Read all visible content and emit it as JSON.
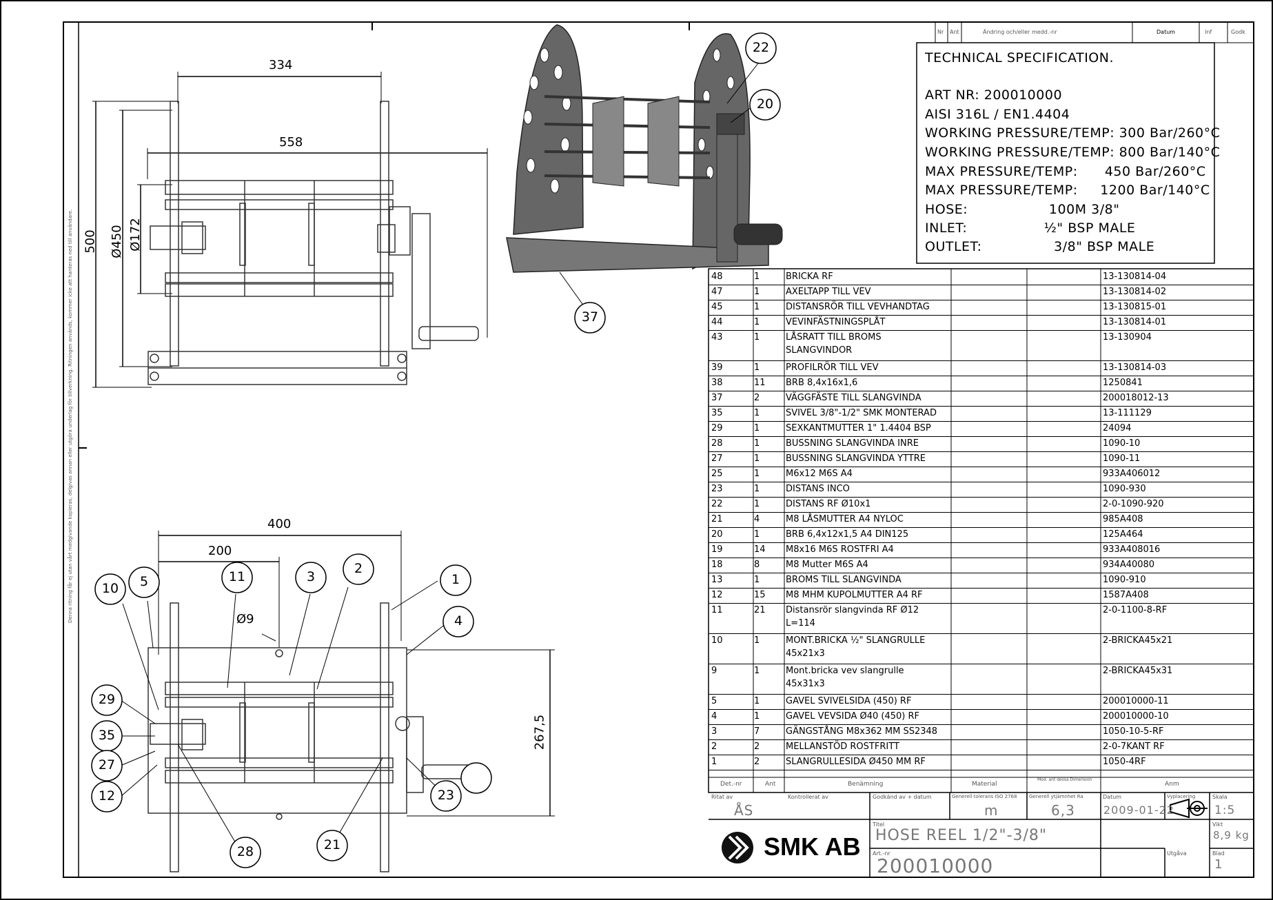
{
  "revision_header": {
    "nr": "Nr",
    "ant": "Ant",
    "change": "Ändring och/eller medd.-nr",
    "date": "Datum",
    "inf": "Inf",
    "godk": "Godk"
  },
  "spec": {
    "title": "TECHNICAL SPECIFICATION.",
    "lines": [
      "ART NR: 200010000",
      "AISI 316L / EN1.4404",
      "WORKING PRESSURE/TEMP: 300 Bar/260°C",
      "WORKING PRESSURE/TEMP: 800 Bar/140°C",
      "MAX PRESSURE/TEMP:      450 Bar/260°C",
      "MAX PRESSURE/TEMP:     1200 Bar/140°C",
      "HOSE:                  100M 3/8\"",
      "INLET:                 ½\" BSP MALE",
      "OUTLET:                3/8\" BSP MALE"
    ]
  },
  "bom": [
    {
      "pos": "48",
      "qty": "1",
      "desc": "BRICKA RF",
      "desc2": "",
      "art": "13-130814-04"
    },
    {
      "pos": "47",
      "qty": "1",
      "desc": "AXELTAPP TILL VEV",
      "desc2": "",
      "art": "13-130814-02"
    },
    {
      "pos": "45",
      "qty": "1",
      "desc": "DISTANSRÖR TILL VEVHANDTAG",
      "desc2": "",
      "art": "13-130815-01"
    },
    {
      "pos": "44",
      "qty": "1",
      "desc": "VEVINFÄSTNINGSPLÅT",
      "desc2": "",
      "art": "13-130814-01"
    },
    {
      "pos": "43",
      "qty": "1",
      "desc": "LÅSRATT TILL BROMS",
      "desc2": "SLANGVINDOR",
      "art": "13-130904"
    },
    {
      "pos": "39",
      "qty": "1",
      "desc": "PROFILRÖR TILL VEV",
      "desc2": "",
      "art": "13-130814-03"
    },
    {
      "pos": "38",
      "qty": "11",
      "desc": "BRB 8,4x16x1,6",
      "desc2": "",
      "art": "1250841"
    },
    {
      "pos": "37",
      "qty": "2",
      "desc": "VÄGGFÄSTE TILL SLANGVINDA",
      "desc2": "",
      "art": "200018012-13"
    },
    {
      "pos": "35",
      "qty": "1",
      "desc": "SVIVEL 3/8\"-1/2\" SMK MONTERAD",
      "desc2": "",
      "art": "13-111129"
    },
    {
      "pos": "29",
      "qty": "1",
      "desc": "SEXKANTMUTTER 1\" 1.4404 BSP",
      "desc2": "",
      "art": "24094"
    },
    {
      "pos": "28",
      "qty": "1",
      "desc": "BUSSNING SLANGVINDA INRE",
      "desc2": "",
      "art": "1090-10"
    },
    {
      "pos": "27",
      "qty": "1",
      "desc": "BUSSNING SLANGVINDA YTTRE",
      "desc2": "",
      "art": "1090-11"
    },
    {
      "pos": "25",
      "qty": "1",
      "desc": "M6x12 M6S A4",
      "desc2": "",
      "art": "933A406012"
    },
    {
      "pos": "23",
      "qty": "1",
      "desc": "DISTANS INCO",
      "desc2": "",
      "art": "1090-930"
    },
    {
      "pos": "22",
      "qty": "1",
      "desc": "DISTANS RF Ø10x1",
      "desc2": "",
      "art": "2-0-1090-920"
    },
    {
      "pos": "21",
      "qty": "4",
      "desc": "M8 LÅSMUTTER A4 NYLOC",
      "desc2": "",
      "art": "985A408"
    },
    {
      "pos": "20",
      "qty": "1",
      "desc": "BRB 6,4x12x1,5 A4 DIN125",
      "desc2": "",
      "art": "125A464"
    },
    {
      "pos": "19",
      "qty": "14",
      "desc": "M8x16 M6S ROSTFRI A4",
      "desc2": "",
      "art": "933A408016"
    },
    {
      "pos": "18",
      "qty": "8",
      "desc": "M8 Mutter M6S A4",
      "desc2": "",
      "art": "934A40080"
    },
    {
      "pos": "13",
      "qty": "1",
      "desc": "BROMS TILL SLANGVINDA",
      "desc2": "",
      "art": "1090-910"
    },
    {
      "pos": "12",
      "qty": "15",
      "desc": "M8 MHM KUPOLMUTTER A4 RF",
      "desc2": "",
      "art": "1587A408"
    },
    {
      "pos": "11",
      "qty": "21",
      "desc": "Distansrör slangvinda RF Ø12",
      "desc2": "L=114",
      "art": "2-0-1100-8-RF"
    },
    {
      "pos": "10",
      "qty": "1",
      "desc": "MONT.BRICKA ½\" SLANGRULLE",
      "desc2": "45x21x3",
      "art": "2-BRICKA45x21"
    },
    {
      "pos": "9",
      "qty": "1",
      "desc": "Mont.bricka vev slangrulle",
      "desc2": "45x31x3",
      "art": "2-BRICKA45x31"
    },
    {
      "pos": "5",
      "qty": "1",
      "desc": "GAVEL SVIVELSIDA (450) RF",
      "desc2": "",
      "art": "200010000-11"
    },
    {
      "pos": "4",
      "qty": "1",
      "desc": "GAVEL VEVSIDA  Ø40 (450) RF",
      "desc2": "",
      "art": "200010000-10"
    },
    {
      "pos": "3",
      "qty": "7",
      "desc": "GÄNGSTÅNG M8x362 MM SS2348",
      "desc2": "",
      "art": "1050-10-5-RF"
    },
    {
      "pos": "2",
      "qty": "2",
      "desc": "MELLANSTÖD ROSTFRITT",
      "desc2": "",
      "art": "2-0-7KANT RF"
    },
    {
      "pos": "1",
      "qty": "2",
      "desc": "SLANGRULLESIDA Ø450 MM RF",
      "desc2": "",
      "art": "1050-4RF"
    }
  ],
  "bom_header": {
    "pos": "Det.-nr",
    "qty": "Ant",
    "desc": "Benämning",
    "material": "Material",
    "mod": "Mod. ant dessa Dimension",
    "art": "Anm"
  },
  "title_block": {
    "drawn_by_label": "Ritat av",
    "drawn_by": "ÅS",
    "checked_label": "Kontrollerat av",
    "approved_label": "Godkänd av + datum",
    "tolerance_label": "Generell tolerans ISO 2768",
    "tolerance": "m",
    "roughness_label": "Generell ytjämnhet Ra",
    "roughness": "6,3",
    "date_label": "Datum",
    "date": "2009-01-22",
    "projection_label": "Vyplacering",
    "scale_label": "Skala",
    "scale": "1:5",
    "weight_label": "Vikt",
    "weight": "8,9 kg",
    "title_label": "Titel",
    "title": "HOSE REEL 1/2\"-3/8\"",
    "artnr_label": "Art.-nr",
    "artnr": "200010000",
    "issue_label": "Utgåva",
    "sheet_label": "Blad",
    "sheet": "1",
    "company": "SMK AB"
  },
  "dimensions": {
    "d334": "334",
    "d558": "558",
    "d500": "500",
    "d450": "Ø450",
    "d172": "Ø172",
    "d400": "400",
    "d200": "200",
    "d9": "Ø9",
    "d267": "267,5"
  },
  "balloons": [
    "22",
    "20",
    "37",
    "10",
    "5",
    "11",
    "3",
    "2",
    "1",
    "4",
    "29",
    "35",
    "27",
    "12",
    "28",
    "21",
    "23"
  ],
  "side_note": "Denna ritning får ej utan vårt medgivande kopieras, delgivas annan eller utgöra underlag för tillverkning. Ritningen används, kommer icke att hanteras ned till användare."
}
